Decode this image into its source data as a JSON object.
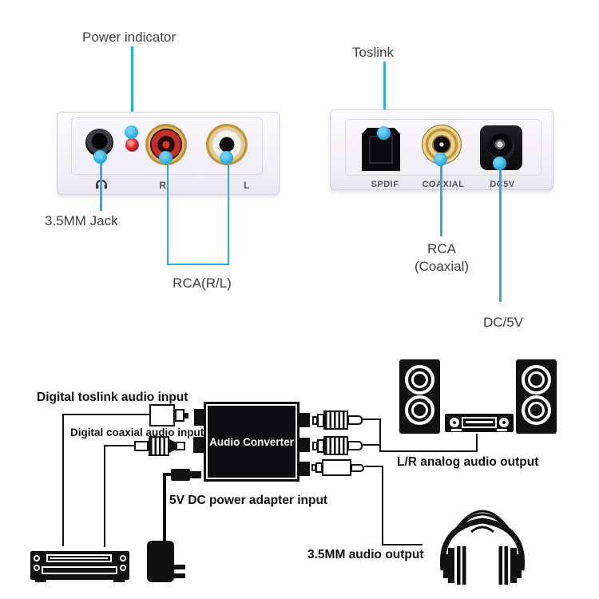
{
  "colors": {
    "accent_cyan": "#29aee3",
    "led_red": "#d41f2c",
    "rca_red": "#c8322a",
    "gold": "#c9a24b",
    "diagram_ink": "#111111"
  },
  "front_view": {
    "power_indicator_label": "Power indicator",
    "jack_label": "3.5MM Jack",
    "rca_label": "RCA(R/L)",
    "panel_r": "R",
    "panel_l": "L"
  },
  "back_view": {
    "toslink_label": "Toslink",
    "coax_label_1": "RCA",
    "coax_label_2": "(Coaxial)",
    "dc_label": "DC/5V",
    "port_spdif": "SPDIF",
    "port_coaxial": "COAXIAL",
    "port_dc5v": "DC5V"
  },
  "diagram": {
    "toslink_input_label": "Digital  toslink audio input",
    "coaxial_input_label": "Digital  coaxial audio input",
    "converter_label": "Audio Converter",
    "power_label": "5V DC power adapter input",
    "lr_output_label": "L/R analog audio output",
    "jack_output_label": "3.5MM audio output"
  }
}
